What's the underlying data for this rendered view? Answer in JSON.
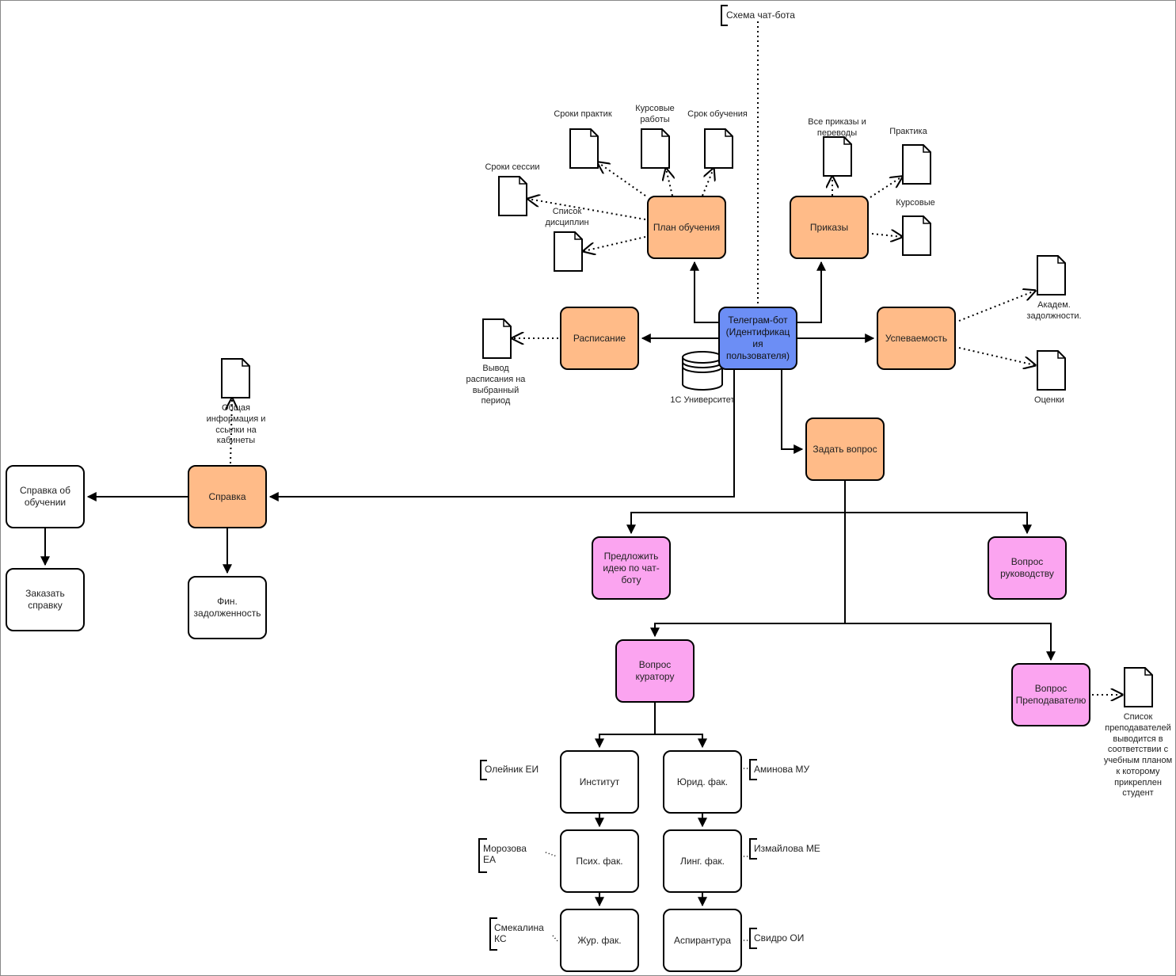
{
  "title_note": "Схема чат-бота",
  "nodes": {
    "bot": "Телеграм-бот (Идентификац ия пользователя)",
    "plan": "План обучения",
    "orders": "Приказы",
    "schedule": "Расписание",
    "progress": "Успеваемость",
    "ask": "Задать вопрос",
    "reference": "Справка",
    "ref_study": "Справка об обучении",
    "order_ref": "Заказать справку",
    "fin_debt": "Фин. задолженность",
    "idea": "Предложить идею по чат-боту",
    "ask_mgmt": "Вопрос руководству",
    "ask_curator": "Вопрос куратору",
    "ask_teacher": "Вопрос Преподавателю",
    "institute": "Институт",
    "law": "Юрид. фак.",
    "psych": "Псих. фак.",
    "ling": "Линг. фак.",
    "journ": "Жур. фак.",
    "grad": "Аспирантура"
  },
  "database": {
    "label": "1С Университет"
  },
  "documents": {
    "practice_dates": "Сроки практик",
    "coursework": "Курсовые работы",
    "study_term": "Срок обучения",
    "session_dates": "Сроки сессии",
    "disciplines": "Список дисциплин",
    "all_orders": "Все приказы и переводы",
    "practice": "Практика",
    "course": "Курсовые",
    "acad_debt": "Академ. задолжности.",
    "grades": "Оценки",
    "schedule_out": "Вывод расписания на выбранный период",
    "general_info": "Общая информация и ссылки на кабинеты",
    "teacher_list": "Список преподавателей выводится в соответствии с учебным планом к которому прикреплен студент"
  },
  "curators": {
    "institute": "Олейник ЕИ",
    "psych": "Морозова ЕА",
    "journ": "Смекалина КС",
    "law": "Аминова МУ",
    "ling": "Измайлова МЕ",
    "grad": "Свидро ОИ"
  },
  "colors": {
    "process": "#FFBB88",
    "bot": "#6C8EF5",
    "question": "#FBA4F0",
    "plain": "#FFFFFF"
  }
}
